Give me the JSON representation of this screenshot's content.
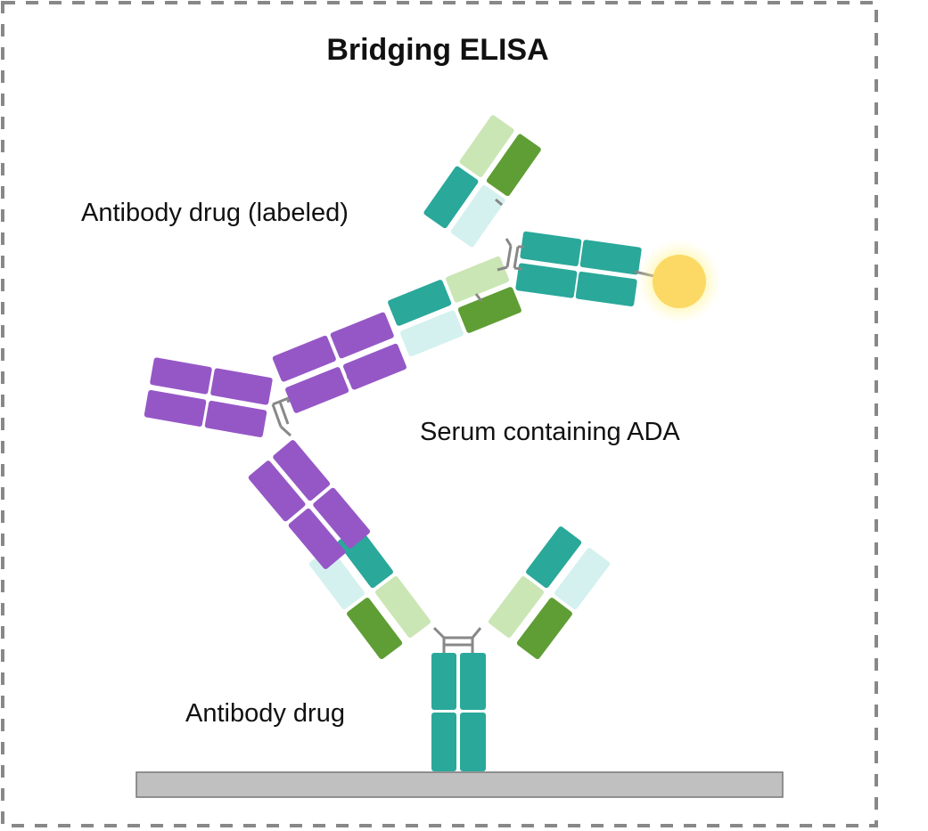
{
  "title": "Bridging ELISA",
  "labels": {
    "labeled_drug": "Antibody drug (labeled)",
    "serum": "Serum containing ADA",
    "capture_drug": "Antibody drug"
  },
  "colors": {
    "drug_heavy": "#2aa89a",
    "drug_light_dark": "#5f9e35",
    "drug_light_pale": "#cbe6b5",
    "drug_heavy_pale": "#d4f1ef",
    "ada": "#9557c6",
    "hinge": "#888888",
    "label_tag": "#fbd964",
    "plate": "#c0c0c0",
    "border": "#888888"
  }
}
